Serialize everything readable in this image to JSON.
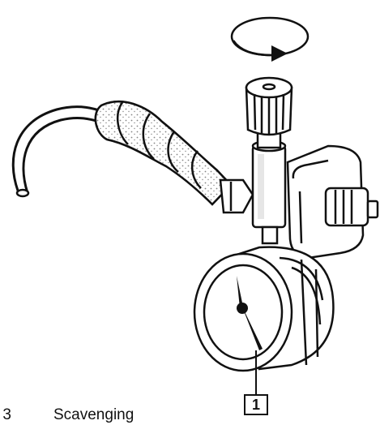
{
  "figure": {
    "callout_label": "1",
    "caption_number": "3",
    "caption_text": "Scavenging",
    "icons": [
      "rotate-arrow-icon"
    ],
    "colors": {
      "line": "#111111",
      "fill": "#ffffff",
      "shade": "#e6e6e6"
    }
  }
}
